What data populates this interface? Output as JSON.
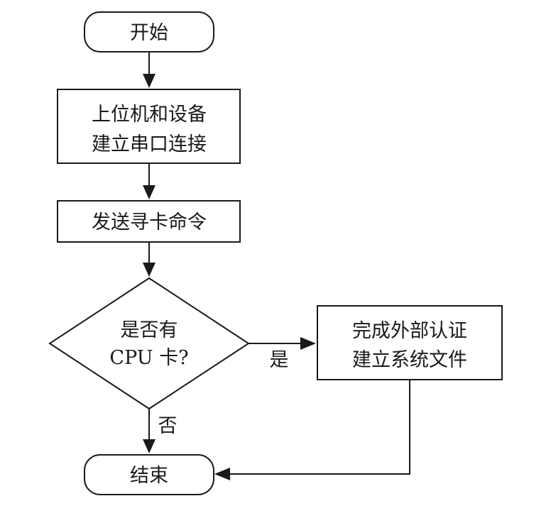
{
  "nodes": {
    "start": {
      "label": "开始"
    },
    "connect": {
      "line1": "上位机和设备",
      "line2": "建立串口连接"
    },
    "send": {
      "label": "发送寻卡命令"
    },
    "decision": {
      "line1": "是否有",
      "line2": "CPU 卡?"
    },
    "auth": {
      "line1": "完成外部认证",
      "line2": "建立系统文件"
    },
    "end": {
      "label": "结束"
    }
  },
  "edges": {
    "yes_label": "是",
    "no_label": "否"
  }
}
